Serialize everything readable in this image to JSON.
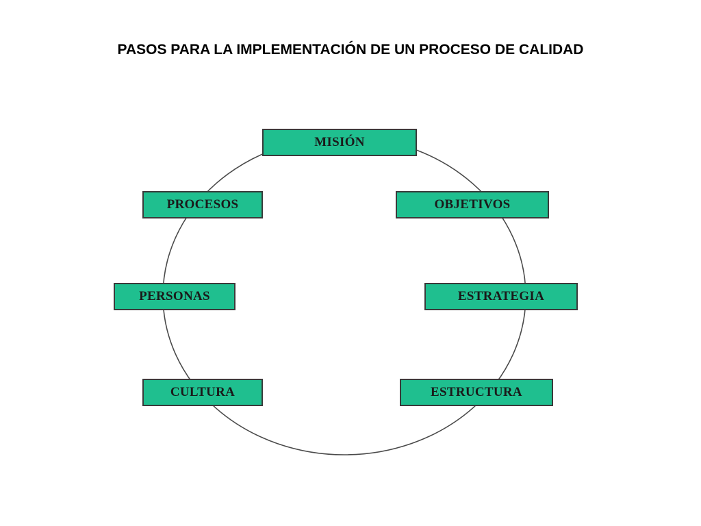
{
  "title": "PASOS PARA LA IMPLEMENTACIÓN DE UN PROCESO DE CALIDAD",
  "colors": {
    "box_fill": "#1fbf8f",
    "box_border": "#3a3a3a",
    "circle_stroke": "#4a4a4a"
  },
  "steps": [
    {
      "label": "MISIÓN"
    },
    {
      "label": "OBJETIVOS"
    },
    {
      "label": "ESTRATEGIA"
    },
    {
      "label": "ESTRUCTURA"
    },
    {
      "label": "CULTURA"
    },
    {
      "label": "PERSONAS"
    },
    {
      "label": "PROCESOS"
    }
  ]
}
